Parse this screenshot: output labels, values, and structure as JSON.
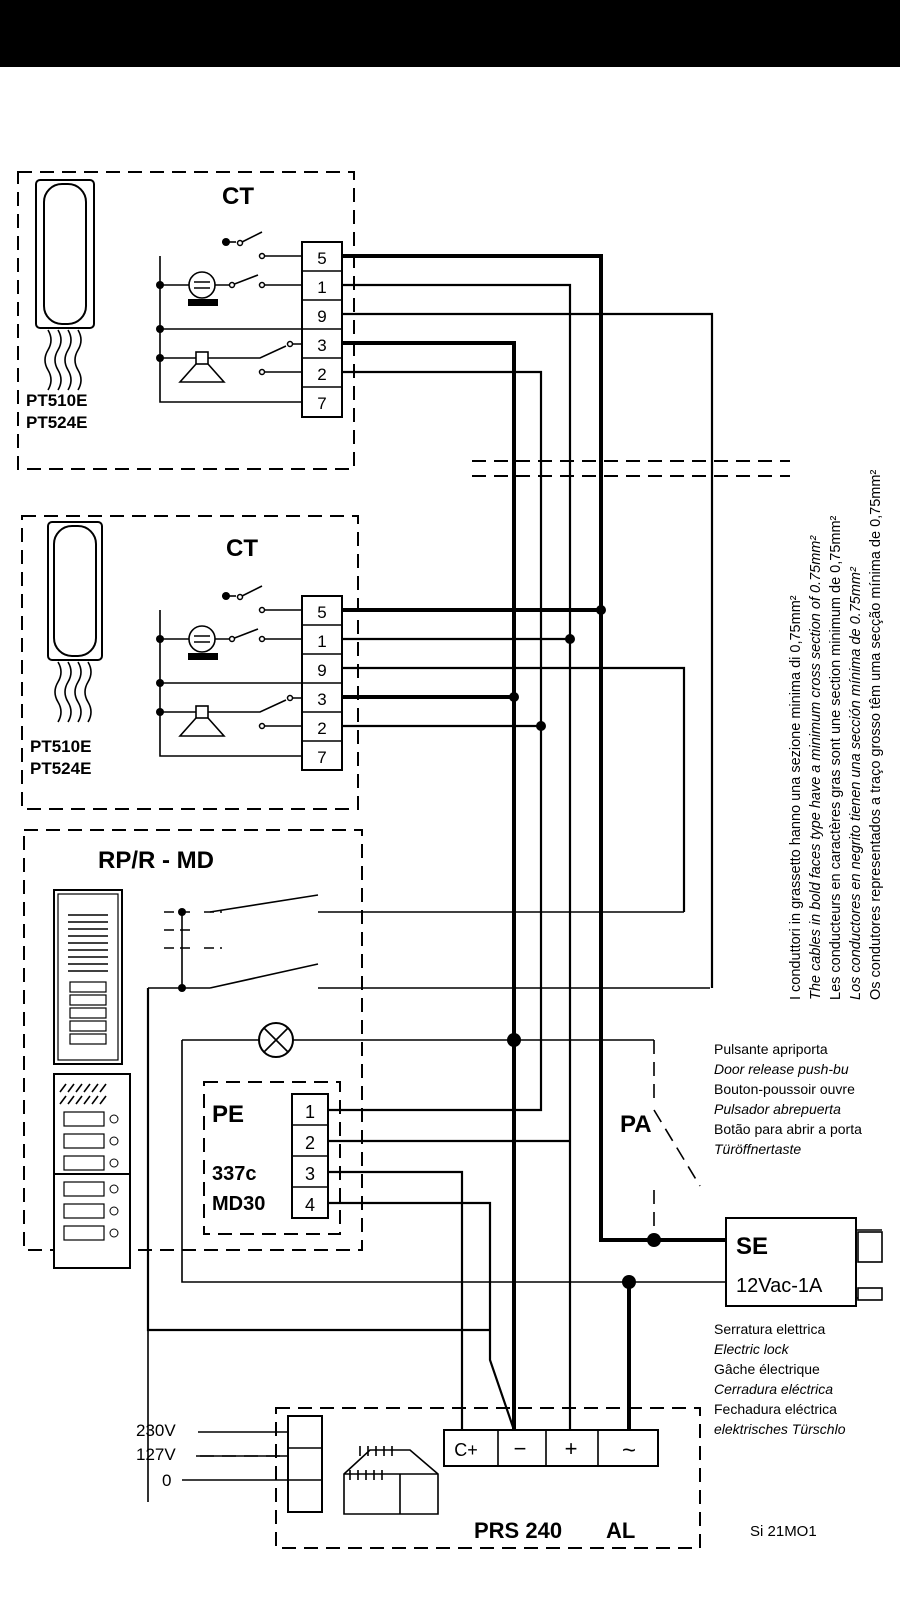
{
  "handsets": [
    {
      "title": "CT",
      "model1": "PT510E",
      "model2": "PT524E",
      "terminals": [
        "5",
        "1",
        "9",
        "3",
        "2",
        "7"
      ]
    },
    {
      "title": "CT",
      "model1": "PT510E",
      "model2": "PT524E",
      "terminals": [
        "5",
        "1",
        "9",
        "3",
        "2",
        "7"
      ]
    }
  ],
  "panel": {
    "title": "RP/R - MD",
    "pe_label": "PE",
    "code1": "337c",
    "code2": "MD30",
    "terminals": [
      "1",
      "2",
      "3",
      "4"
    ]
  },
  "power": {
    "name": "PRS 240",
    "al": "AL",
    "inputs": [
      "230V",
      "127V",
      "0"
    ],
    "terminals": [
      "C+",
      "−",
      "+",
      "~"
    ]
  },
  "lock": {
    "title": "SE",
    "rating": "12Vac-1A",
    "labels": [
      "Serratura elettrica",
      "Electric lock",
      "Gâche électrique",
      "Cerradura eléctrica",
      "Fechadura eléctrica",
      "elektrisches Türschlo"
    ]
  },
  "pushbutton": {
    "title": "PA",
    "labels": [
      "Pulsante apriporta",
      "Door release push-bu",
      "Bouton-poussoir ouvre",
      "Pulsador abrepuerta",
      "Botão para abrir a porta",
      "Türöffnertaste"
    ]
  },
  "notes": [
    "I conduttori in grassetto hanno una sezione minima di 0,75mm²",
    "The cables in bold faces type have a minimum cross section of 0.75mm²",
    "Les conducteurs en caractères gras sont une section minimum de 0,75mm²",
    "Los conductores en negrito tienen una sección mínima de 0.75mm²",
    "Os condutores representados a traço grosso têm uma secção mínima de 0,75mm²"
  ],
  "code": "Si 21MO1"
}
